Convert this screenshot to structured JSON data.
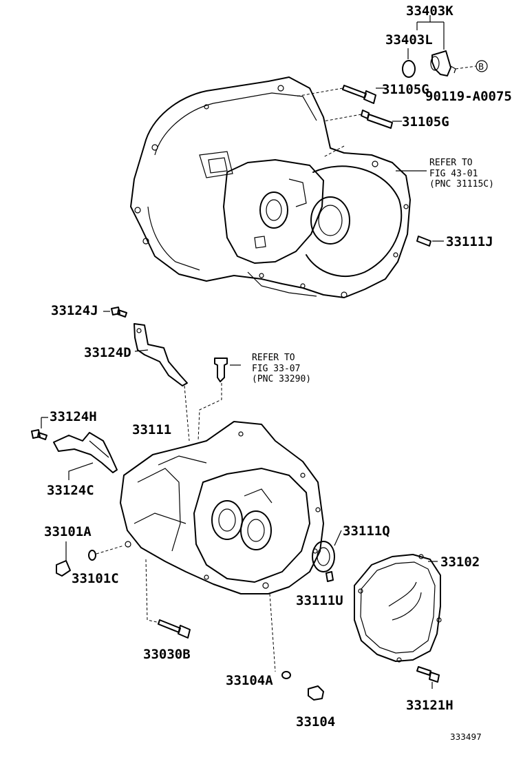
{
  "labels": {
    "p33403K": "33403K",
    "p33403L": "33403L",
    "p31105G_a": "31105G",
    "p31105G_b": "31105G",
    "p90119": "90119-A0075",
    "circleB": "B",
    "p33111J": "33111J",
    "p33124J": "33124J",
    "p33124D": "33124D",
    "p33124H": "33124H",
    "p33111": "33111",
    "p33124C": "33124C",
    "p33101A": "33101A",
    "p33101C": "33101C",
    "p33111Q": "33111Q",
    "p33102": "33102",
    "p33111U": "33111U",
    "p33030B": "33030B",
    "p33104A": "33104A",
    "p33104": "33104",
    "p33121H": "33121H"
  },
  "refs": {
    "ref1": [
      "REFER TO",
      "FIG 43-01",
      "(PNC 31115C)"
    ],
    "ref2": [
      "REFER TO",
      "FIG 33-07",
      "(PNC 33290)"
    ]
  },
  "footer": {
    "code": "333497"
  }
}
